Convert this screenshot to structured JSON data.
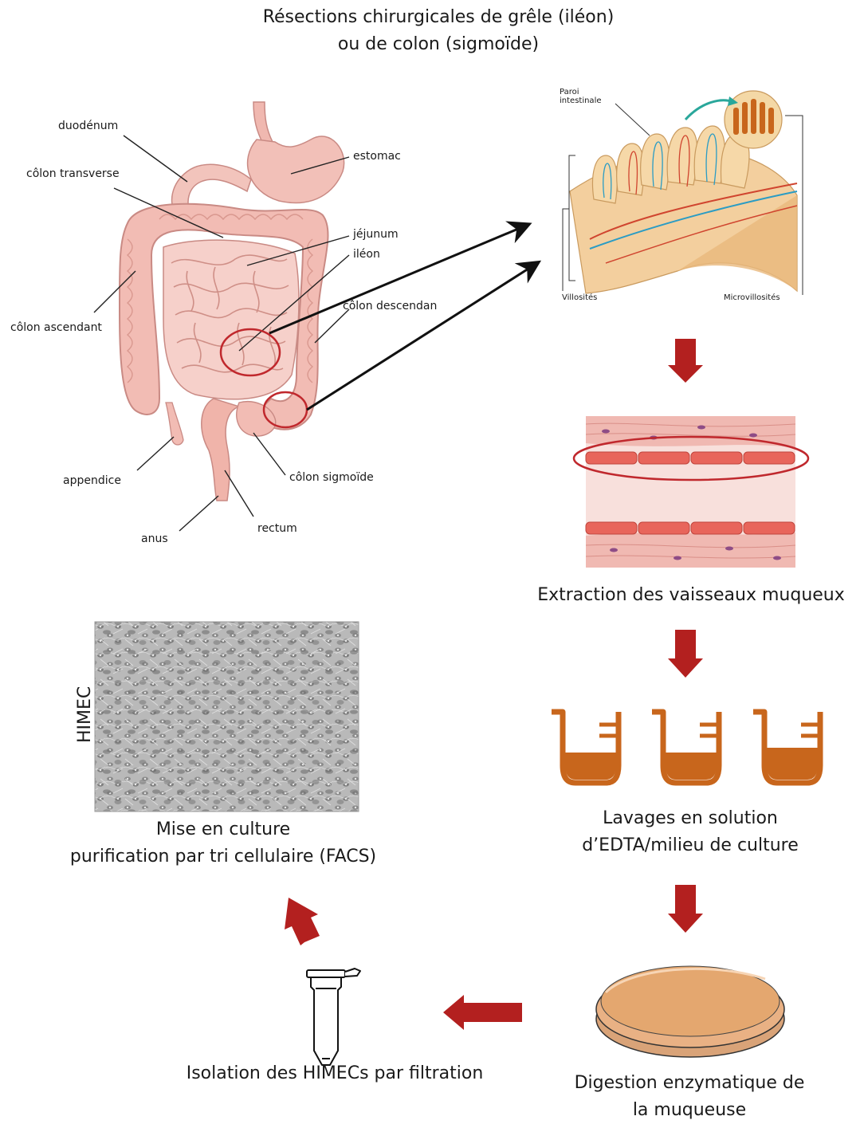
{
  "title": {
    "line1": "Résections chirurgicales de grêle (iléon)",
    "line2": "ou de colon (sigmoïde)"
  },
  "anatomy_labels": {
    "duodenum": "duodénum",
    "colon_transverse": "côlon transverse",
    "estomac": "estomac",
    "jejunum": "jéjunum",
    "ileon": "iléon",
    "colon_descendant": "côlon descendan",
    "colon_ascendant": "côlon ascendant",
    "appendice": "appendice",
    "colon_sigmoide": "côlon sigmoïde",
    "anus": "anus",
    "rectum": "rectum"
  },
  "wall_labels": {
    "paroi_line1": "Paroi",
    "paroi_line2": "intestinale",
    "villosites": "Villosités",
    "microvillosites": "Microvillosités"
  },
  "steps": {
    "extraction": "Extraction des vaisseaux muqueux",
    "lavages_line1": "Lavages en solution",
    "lavages_line2": "d’EDTA/milieu de culture",
    "digestion_line1": "Digestion enzymatique de",
    "digestion_line2": "la muqueuse",
    "isolation": "Isolation des HIMECs par filtration",
    "culture_line1": "Mise en culture",
    "culture_line2": "purification par tri cellulaire (FACS)"
  },
  "micrograph_label": "HIMEC",
  "colors": {
    "arrow_red": "#b3201f",
    "highlight_circle": "#c0282d",
    "beaker_fill": "#c8661c",
    "petri_fill": "#e4a76f",
    "tissue_pink": "#f2c6c0"
  }
}
